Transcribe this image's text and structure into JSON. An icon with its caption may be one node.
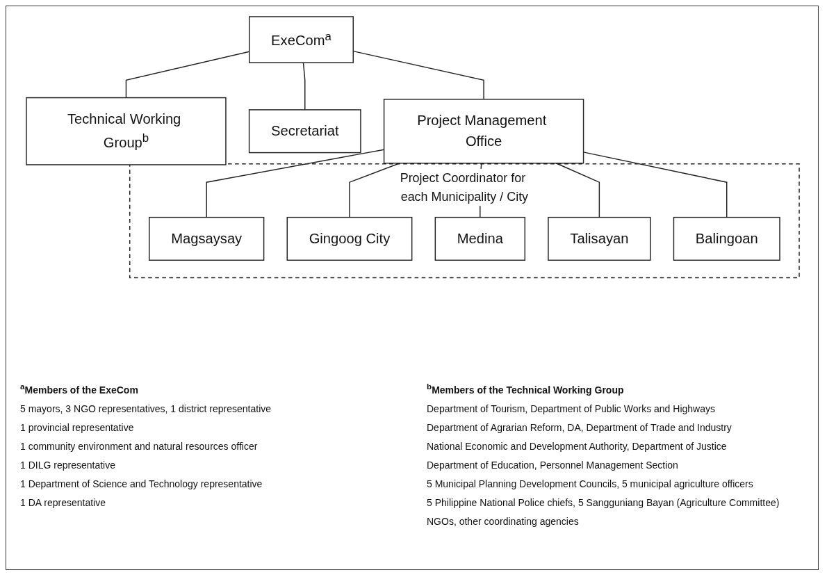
{
  "diagram": {
    "nodes": [
      {
        "text": [
          "ExeCom$^{a}$"
        ]
      },
      {
        "text": [
          "Technical Working Group$^{b}$"
        ]
      },
      {
        "text": [
          "Secretariat"
        ]
      },
      {
        "text": [
          "Project Management Office"
        ]
      },
      {
        "text": [
          "Project Coordinator for each Municipality / City"
        ]
      },
      {
        "text": [
          "Magsaysay"
        ],
        "in": 4
      },
      {
        "text": [
          "Gingoog City"
        ],
        "in": 4
      },
      {
        "text": [
          "Medina"
        ],
        "in": 4
      },
      {
        "text": [
          "Talisayan"
        ],
        "in": 4
      },
      {
        "text": [
          "Balingoan"
        ],
        "in": 4
      }
    ],
    "edges": [
      {
        "from": 0,
        "to": 1,
        "arrow": "none"
      },
      {
        "from": 0,
        "to": 2,
        "arrow": "none"
      },
      {
        "from": 0,
        "to": 3,
        "arrow": "none"
      },
      {
        "from": 3,
        "to": 5,
        "arrow": "none"
      },
      {
        "from": 3,
        "to": 6,
        "arrow": "none"
      },
      {
        "from": 3,
        "to": 7,
        "arrow": "none"
      },
      {
        "from": 3,
        "to": 8,
        "arrow": "none"
      },
      {
        "from": 3,
        "to": 9,
        "arrow": "none"
      }
    ],
    "labels": [
      "$^{a}$Members of the ExeCom",
      "5 mayors, 3 NGO representatives, 1 district representative",
      "1 provincial representative",
      "1 community environment and natural resources officer",
      "1 DILG representative",
      "1 Department of Science and Technology representative",
      "1 DA representative",
      "$^{b}$Members of the Technical Working Group",
      "Department of Tourism, Department of Public Works and Highways",
      "Department of Agrarian Reform, DA, Department of Trade and Industry",
      "National Economic and Development Authority, Department of Justice",
      "Department of Education, Personnel Management Section",
      "5 Municipal Planning Development Councils, 5 municipal agriculture officers",
      "5 Philippine National Police chiefs, 5 Sangguniang Bayan (Agriculture Committee)",
      "NGOs, other coordinating agencies"
    ]
  }
}
